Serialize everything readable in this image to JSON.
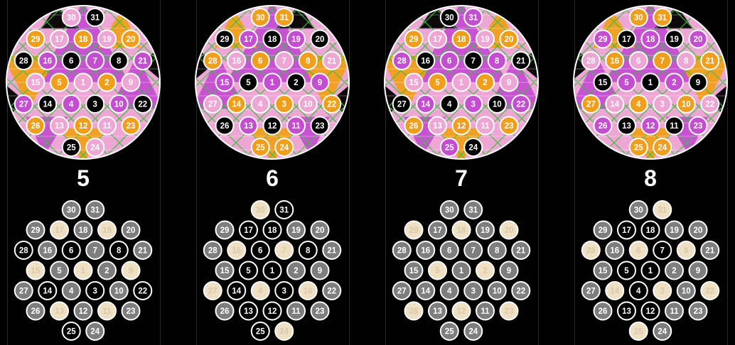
{
  "colors": {
    "background": "#000000",
    "pink": "#eea7d4",
    "magenta": "#c44ed0",
    "orange": "#ef9f1b",
    "black": "#000000",
    "gray": "#7e7e7e",
    "cream": "#efe0c3",
    "green_line": "#35c23a",
    "white": "#ffffff"
  },
  "layout_note_cells": [
    "30",
    "31",
    "29",
    "17",
    "18",
    "19",
    "20",
    "28",
    "16",
    "6",
    "7",
    "8",
    "21",
    "15",
    "5",
    "1",
    "2",
    "9",
    "27",
    "14",
    "4",
    "3",
    "10",
    "22",
    "26",
    "13",
    "12",
    "11",
    "23",
    "25",
    "24"
  ],
  "panels": [
    {
      "label": "5",
      "top_colors": {
        "30": "pink",
        "31": "black",
        "29": "orange",
        "17": "pink",
        "18": "orange",
        "19": "pink",
        "20": "orange",
        "28": "black",
        "16": "magenta",
        "6": "black",
        "7": "magenta",
        "8": "black",
        "21": "magenta",
        "15": "pink",
        "5": "orange",
        "1": "pink",
        "2": "orange",
        "9": "pink",
        "27": "magenta",
        "14": "black",
        "4": "magenta",
        "3": "black",
        "10": "magenta",
        "22": "black",
        "26": "orange",
        "13": "pink",
        "12": "orange",
        "11": "pink",
        "23": "orange",
        "25": "black",
        "24": "pink"
      },
      "bottom_highlight": [
        "17",
        "19",
        "15",
        "1",
        "9",
        "13",
        "11"
      ]
    },
    {
      "label": "6",
      "top_colors": {
        "30": "orange",
        "31": "orange",
        "29": "black",
        "17": "magenta",
        "18": "black",
        "19": "magenta",
        "20": "black",
        "28": "orange",
        "16": "pink",
        "6": "orange",
        "7": "pink",
        "8": "orange",
        "21": "pink",
        "15": "magenta",
        "5": "black",
        "1": "magenta",
        "2": "black",
        "9": "magenta",
        "27": "pink",
        "14": "orange",
        "4": "pink",
        "3": "orange",
        "10": "pink",
        "22": "orange",
        "26": "black",
        "13": "magenta",
        "12": "black",
        "11": "magenta",
        "23": "black",
        "25": "orange",
        "24": "orange"
      },
      "bottom_highlight": [
        "30",
        "16",
        "7",
        "27",
        "4",
        "10",
        "24"
      ]
    },
    {
      "label": "7",
      "top_colors": {
        "30": "black",
        "31": "magenta",
        "29": "orange",
        "17": "pink",
        "18": "orange",
        "19": "pink",
        "20": "orange",
        "28": "magenta",
        "16": "black",
        "6": "magenta",
        "7": "black",
        "8": "magenta",
        "21": "black",
        "15": "pink",
        "5": "orange",
        "1": "pink",
        "2": "orange",
        "9": "pink",
        "27": "black",
        "14": "magenta",
        "4": "black",
        "3": "magenta",
        "10": "black",
        "22": "magenta",
        "26": "orange",
        "13": "pink",
        "12": "orange",
        "11": "pink",
        "23": "orange",
        "25": "magenta",
        "24": "black"
      },
      "bottom_highlight": [
        "29",
        "18",
        "20",
        "5",
        "2",
        "26",
        "12",
        "23"
      ]
    },
    {
      "label": "8",
      "top_colors": {
        "30": "orange",
        "31": "orange",
        "29": "magenta",
        "17": "black",
        "18": "magenta",
        "19": "black",
        "20": "magenta",
        "28": "pink",
        "16": "orange",
        "6": "pink",
        "7": "orange",
        "8": "pink",
        "21": "orange",
        "15": "black",
        "5": "magenta",
        "1": "black",
        "2": "magenta",
        "9": "black",
        "27": "orange",
        "14": "pink",
        "4": "orange",
        "3": "pink",
        "10": "orange",
        "22": "pink",
        "26": "magenta",
        "13": "black",
        "12": "magenta",
        "11": "black",
        "23": "magenta",
        "25": "orange",
        "24": "orange"
      },
      "bottom_highlight": [
        "31",
        "28",
        "6",
        "8",
        "14",
        "3",
        "22",
        "25"
      ]
    }
  ]
}
